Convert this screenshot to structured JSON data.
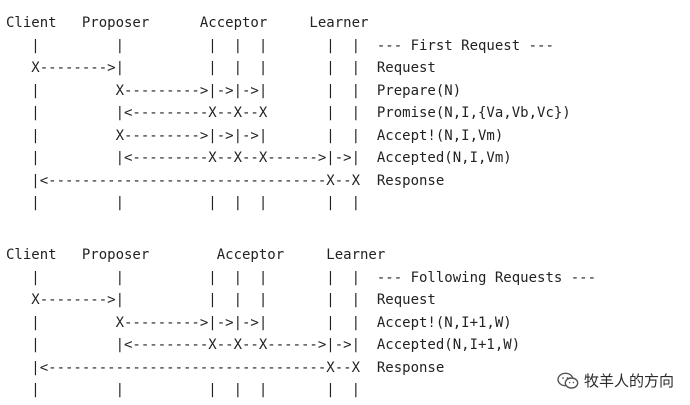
{
  "diagram": {
    "first_request": {
      "lines": [
        "Client   Proposer      Acceptor     Learner",
        "   |         |          |  |  |       |  |  --- First Request ---",
        "   X-------->|          |  |  |       |  |  Request",
        "   |         X--------->|->|->|       |  |  Prepare(N)",
        "   |         |<---------X--X--X       |  |  Promise(N,I,{Va,Vb,Vc})",
        "   |         X--------->|->|->|       |  |  Accept!(N,I,Vm)",
        "   |         |<---------X--X--X------>|->|  Accepted(N,I,Vm)",
        "   |<---------------------------------X--X  Response",
        "   |         |          |  |  |       |  |"
      ]
    },
    "following_requests": {
      "lines": [
        "Client   Proposer        Acceptor     Learner",
        "   |         |          |  |  |       |  |  --- Following Requests ---",
        "   X-------->|          |  |  |       |  |  Request",
        "   |         X--------->|->|->|       |  |  Accept!(N,I+1,W)",
        "   |         |<---------X--X--X------>|->|  Accepted(N,I+1,W)",
        "   |<---------------------------------X--X  Response",
        "   |         |          |  |  |       |  |"
      ]
    }
  },
  "watermark": {
    "text": "牧羊人的方向",
    "icon": "wechat-icon"
  }
}
